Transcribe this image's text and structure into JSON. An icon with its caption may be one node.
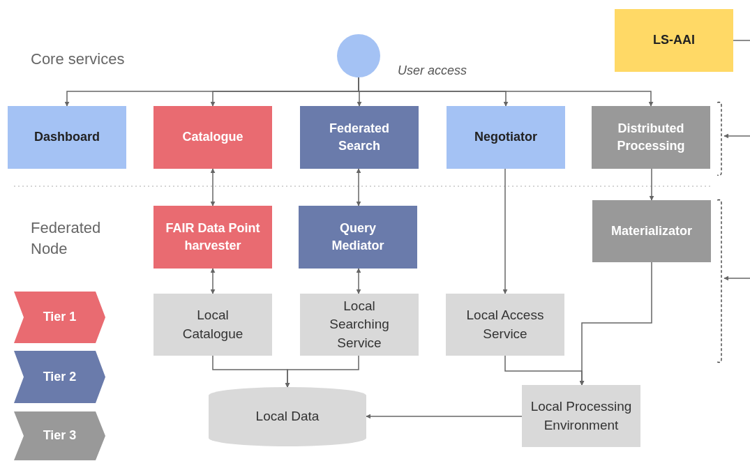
{
  "diagram": {
    "nodes": [
      {
        "text": [],
        "shape": "circle",
        "beside": [
          "User access"
        ]
      },
      {
        "text": [
          "Dashboard"
        ]
      },
      {
        "text": [
          "Catalogue"
        ]
      },
      {
        "text": [
          "Federated Search"
        ]
      },
      {
        "text": [
          "Negotiator"
        ]
      },
      {
        "text": [
          "Distributed Processing"
        ]
      },
      {
        "text": [
          "LS-AAI"
        ]
      },
      {
        "text": [
          "FAIR Data Point harvester"
        ]
      },
      {
        "text": [
          "Query Mediator"
        ]
      },
      {
        "text": [
          "Materializator"
        ]
      },
      {
        "text": [
          "Local Catalogue"
        ]
      },
      {
        "text": [
          "Local Searching Service"
        ]
      },
      {
        "text": [
          "Local Access Service"
        ]
      },
      {
        "text": [
          "Local Data"
        ]
      },
      {
        "text": [
          "Local Processing Environment"
        ]
      },
      {
        "text": [
          "Tier 1"
        ]
      },
      {
        "text": [
          "Tier 2"
        ]
      },
      {
        "text": [
          "Tier 3"
        ]
      },
      {
        "text": [],
        "shape": "bracket"
      },
      {
        "text": [],
        "shape": "bracket"
      }
    ],
    "edges": [
      {
        "from": 0,
        "to": 1,
        "arrow": "to"
      },
      {
        "from": 0,
        "to": 2,
        "arrow": "to"
      },
      {
        "from": 0,
        "to": 3,
        "arrow": "to"
      },
      {
        "from": 0,
        "to": 4,
        "arrow": "to"
      },
      {
        "from": 0,
        "to": 5,
        "arrow": "to"
      },
      {
        "from": 2,
        "to": 7,
        "arrow": "both"
      },
      {
        "from": 7,
        "to": 10,
        "arrow": "both"
      },
      {
        "from": 3,
        "to": 8,
        "arrow": "both"
      },
      {
        "from": 8,
        "to": 11,
        "arrow": "both"
      },
      {
        "from": 4,
        "to": 12,
        "arrow": "to"
      },
      {
        "from": 5,
        "to": 9,
        "arrow": "to"
      },
      {
        "from": 10,
        "to": 13,
        "arrow": "to"
      },
      {
        "from": 11,
        "to": 13,
        "arrow": "to"
      },
      {
        "from": 12,
        "to": 14,
        "arrow": "to"
      },
      {
        "from": 9,
        "to": 14,
        "arrow": "to"
      },
      {
        "from": 14,
        "to": 13,
        "arrow": "to"
      },
      {
        "from": 6,
        "to": null,
        "arrow": "none"
      },
      {
        "from": null,
        "to": 18,
        "arrow": "to"
      },
      {
        "from": null,
        "to": 19,
        "arrow": "to"
      }
    ],
    "labels": [
      "Core services",
      "Federated Node"
    ]
  }
}
